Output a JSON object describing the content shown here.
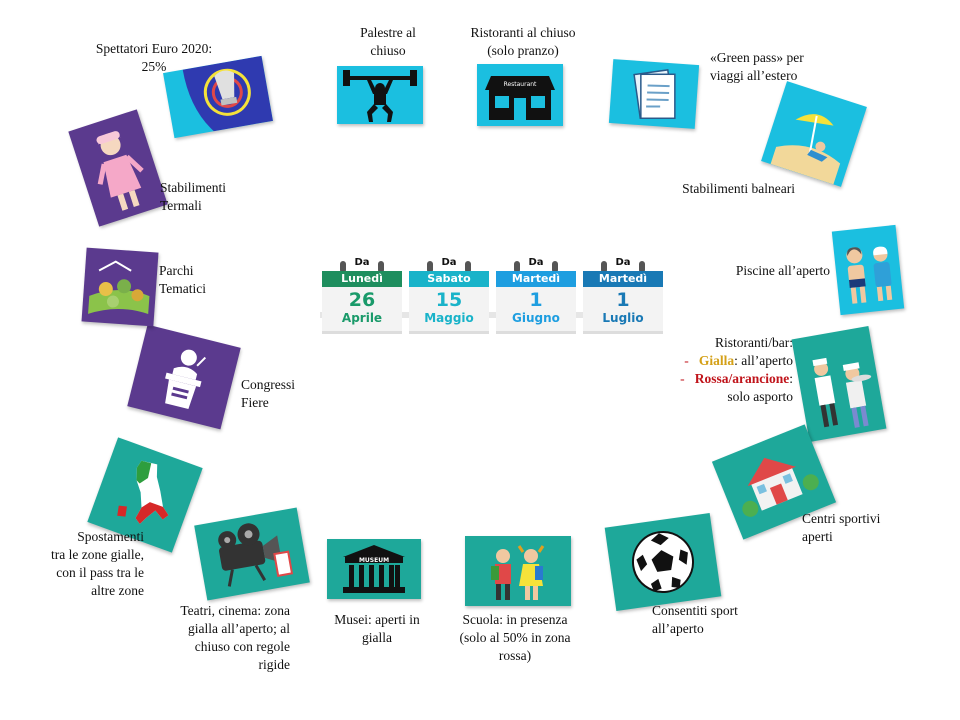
{
  "calendar": [
    {
      "da": "Da",
      "day": "Lunedì",
      "num": "26",
      "month": "Aprile",
      "color": "#1e8e5e",
      "textColor": "#1a9a6a"
    },
    {
      "da": "Da",
      "day": "Sabato",
      "num": "15",
      "month": "Maggio",
      "color": "#19b3c9",
      "textColor": "#19b3c9"
    },
    {
      "da": "Da",
      "day": "Martedì",
      "num": "1",
      "month": "Giugno",
      "color": "#1e9ee0",
      "textColor": "#1e9ee0"
    },
    {
      "da": "Da",
      "day": "Martedì",
      "num": "1",
      "month": "Luglio",
      "color": "#1979b5",
      "textColor": "#1979b5"
    }
  ],
  "items": {
    "palestre": [
      "Palestre al",
      "chiuso"
    ],
    "ristoranti_chiuso": [
      "Ristoranti al chiuso",
      "(solo pranzo)"
    ],
    "green_pass": [
      "«Green pass» per",
      "viaggi all’estero"
    ],
    "stabilimenti_balneari": [
      "Stabilimenti balneari"
    ],
    "piscine": [
      "Piscine all’aperto"
    ],
    "ristoranti_bar": {
      "line1": "Ristoranti/bar:",
      "dash": "-",
      "gialla": "Gialla",
      "gialla_rest": ": all’aperto",
      "rossa": "Rossa/arancione",
      "rossa_rest": ":",
      "line4": "solo asporto"
    },
    "centri_sportivi": [
      "Centri sportivi",
      "aperti"
    ],
    "sport_aperto": [
      "Consentiti sport",
      "all’aperto"
    ],
    "scuola": [
      "Scuola: in presenza",
      "(solo al 50% in zona",
      "rossa)"
    ],
    "musei": [
      "Musei: aperti in",
      "gialla"
    ],
    "teatri": [
      "Teatri, cinema: zona",
      "gialla all’aperto; al",
      "chiuso con regole",
      "rigide"
    ],
    "spostamenti": [
      "Spostamenti",
      "tra le zone gialle,",
      "con il pass tra le",
      "altre zone"
    ],
    "congressi": [
      "Congressi",
      "Fiere"
    ],
    "parchi": [
      "Parchi",
      "Tematici"
    ],
    "terme": [
      "Stabilimenti",
      "Termali"
    ],
    "euro": [
      "Spettatori Euro 2020:",
      "25%"
    ]
  },
  "icons": {
    "museum_sign": "MUSEUM",
    "restaurant_sign": "Restaurant"
  },
  "colors": {
    "cyan": "#1bbfe0",
    "teal": "#1ea89a",
    "purple": "#5b3a8e",
    "green": "#1d9b74",
    "gialla": "#d4a017",
    "rossa": "#c0141b"
  }
}
